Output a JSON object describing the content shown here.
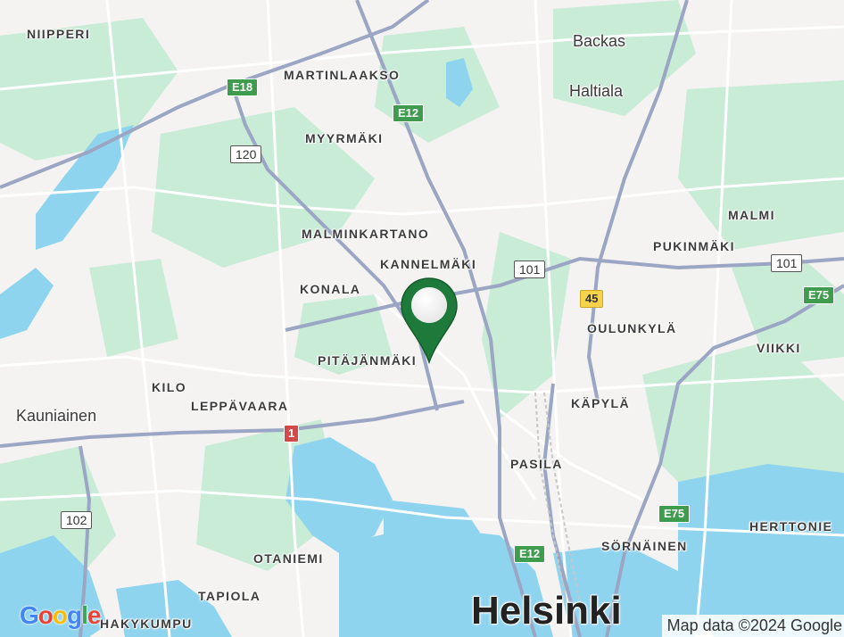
{
  "map": {
    "districts": {
      "niipperi": "NIIPPERI",
      "martinlaakso": "MARTINLAAKSO",
      "myyrmaki": "MYYRMÄKI",
      "malminkartano": "MALMINKARTANO",
      "kannelmaki": "KANNELMÄKI",
      "konala": "KONALA",
      "pitajanmaki": "PITÄJÄNMÄKI",
      "kilo": "KILO",
      "leppavaara": "LEPPÄVAARA",
      "otaniemi": "OTANIEMI",
      "tapiola": "TAPIOLA",
      "hakykumpu": "HAKYKUMPU",
      "malmi": "MALMI",
      "pukinmaki": "PUKINMÄKI",
      "oulunkyla": "OULUNKYLÄ",
      "viikki": "VIIKKI",
      "kapyla": "KÄPYLÄ",
      "pasila": "PASILA",
      "sornainen": "SÖRNÄINEN",
      "herttoniemi": "HERTTONIE"
    },
    "places": {
      "backas": "Backas",
      "haltiala": "Haltiala",
      "kauniainen": "Kauniainen",
      "helsinki": "Helsinki"
    },
    "road_shields": {
      "e18": "E18",
      "e12_north": "E12",
      "e12_south": "E12",
      "r120": "120",
      "r101_center": "101",
      "r101_east": "101",
      "r45": "45",
      "e75_north": "E75",
      "e75_south": "E75",
      "r1": "1",
      "r102": "102"
    },
    "attribution": "Map data ©2024 Google",
    "logo": [
      "G",
      "o",
      "o",
      "g",
      "l",
      "e"
    ],
    "colors": {
      "land": "#f4f3f1",
      "park": "#c8ecd6",
      "water": "#8fd4ef",
      "road": "#ffffff",
      "highway": "#9aa6c4",
      "marker": "#1e7a3a"
    },
    "marker_icon": "map-pin-icon"
  }
}
